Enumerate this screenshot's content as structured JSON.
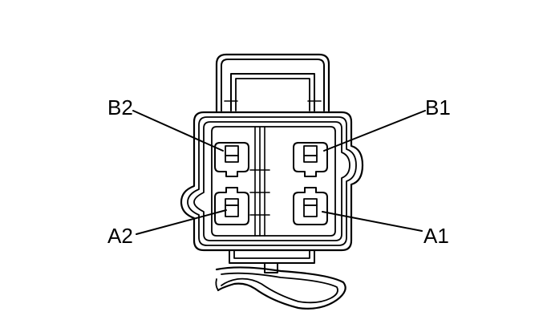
{
  "diagram": {
    "labels": {
      "b2": "B2",
      "b1": "B1",
      "a2": "A2",
      "a1": "A1"
    },
    "colors": {
      "line": "#000000",
      "background": "#ffffff"
    }
  }
}
